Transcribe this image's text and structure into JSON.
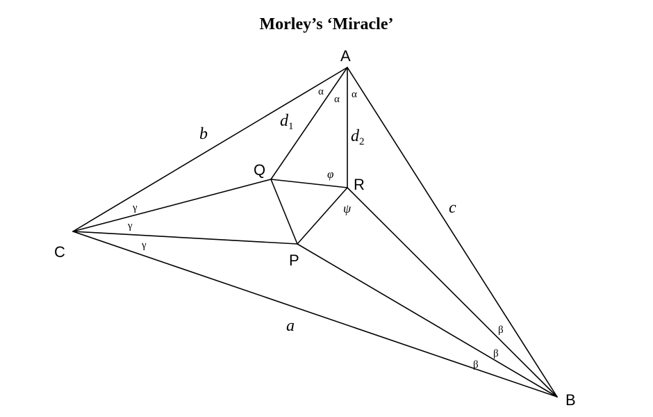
{
  "title": "Morley’s ‘Miracle’",
  "vertices": {
    "A": "A",
    "B": "B",
    "C": "C",
    "P": "P",
    "Q": "Q",
    "R": "R"
  },
  "sides": {
    "a": "a",
    "b": "b",
    "c": "c"
  },
  "segments": {
    "d1_base": "d",
    "d1_sub": "1",
    "d2_base": "d",
    "d2_sub": "2"
  },
  "angles": {
    "alpha": "α",
    "beta": "β",
    "gamma": "γ",
    "phi": "φ",
    "psi": "ψ"
  }
}
